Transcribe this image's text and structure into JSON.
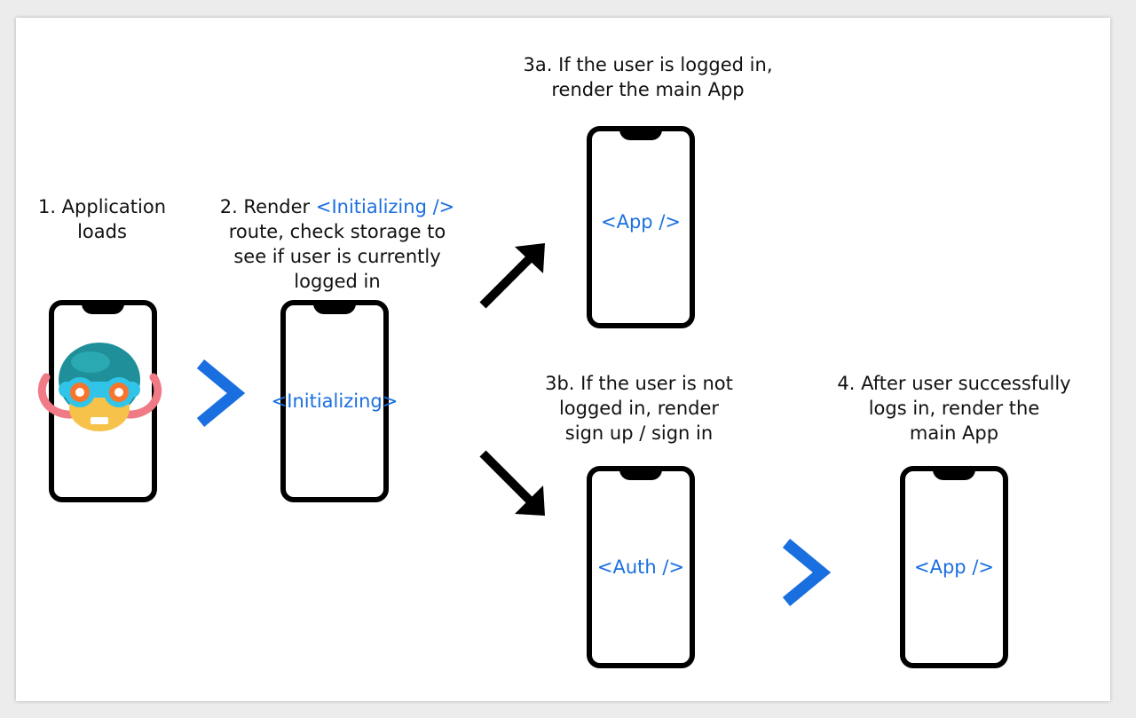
{
  "steps": {
    "s1": {
      "line1": "1. Application",
      "line2": "loads"
    },
    "s2": {
      "prefix": "2. Render ",
      "code": "<Initializing />",
      "line2": "route, check storage to",
      "line3": "see if user is currently",
      "line4": "logged in"
    },
    "s3a": {
      "line1": "3a. If the user is logged in,",
      "line2": "render the main App"
    },
    "s3b": {
      "line1": "3b. If the user is not",
      "line2": "logged in, render",
      "line3": "sign up / sign in"
    },
    "s4": {
      "line1": "4. After user successfully",
      "line2": "logs in, render the",
      "line3": "main App"
    }
  },
  "screens": {
    "initializing": "<Initializing>",
    "app_top": "<App />",
    "auth": "<Auth />",
    "app_bottom": "<App />"
  },
  "colors": {
    "code_blue": "#1a6fe0",
    "chevron_blue": "#1a6fe0",
    "arrow": "#000000"
  },
  "icons": [
    "mascot-icon",
    "chevron-right-icon",
    "arrow-up-right-icon",
    "arrow-down-right-icon"
  ]
}
